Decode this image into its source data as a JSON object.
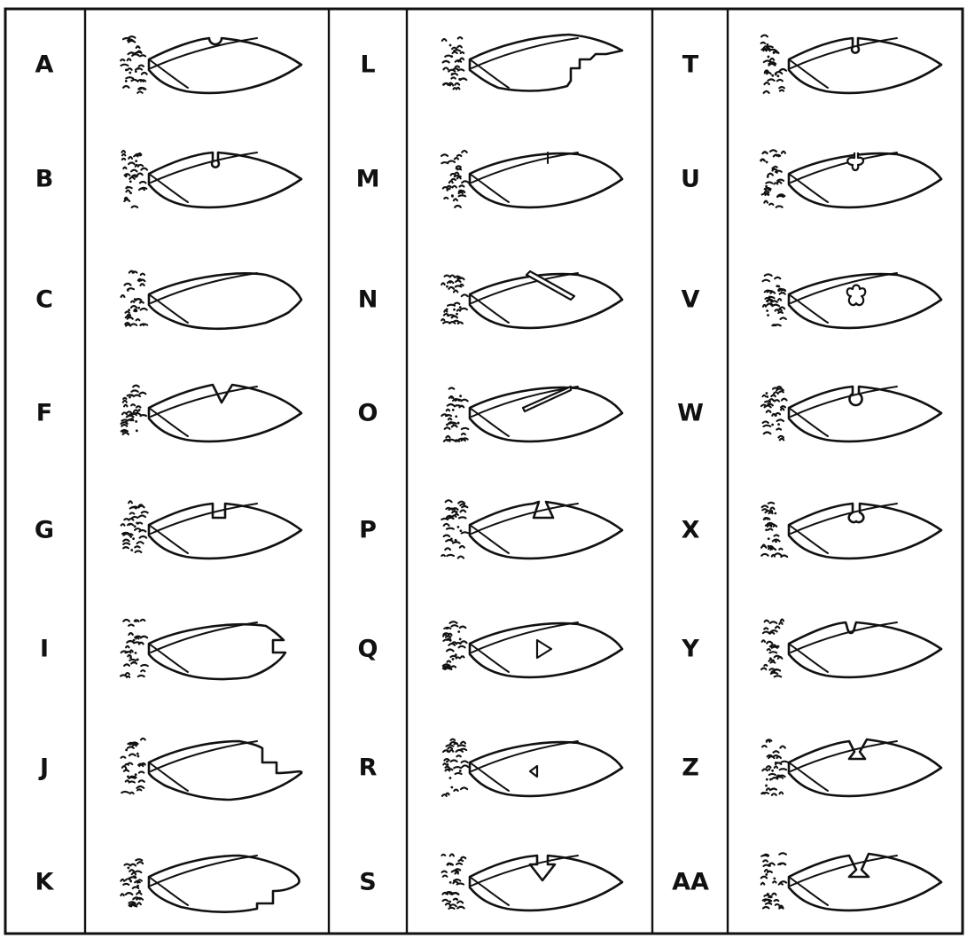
{
  "columns": [
    {
      "rows": [
        {
          "label": "A",
          "cut": "round-notch"
        },
        {
          "label": "B",
          "cut": "keyhole-slit"
        },
        {
          "label": "C",
          "cut": "tip-notch"
        },
        {
          "label": "F",
          "cut": "v-notch"
        },
        {
          "label": "G",
          "cut": "square-notch"
        },
        {
          "label": "I",
          "cut": "tip-square-notch"
        },
        {
          "label": "J",
          "cut": "step-down"
        },
        {
          "label": "K",
          "cut": "step-up"
        }
      ]
    },
    {
      "rows": [
        {
          "label": "L",
          "cut": "double-step"
        },
        {
          "label": "M",
          "cut": "short-slit"
        },
        {
          "label": "N",
          "cut": "diagonal-slit"
        },
        {
          "label": "O",
          "cut": "long-slit"
        },
        {
          "label": "P",
          "cut": "triangle-notch"
        },
        {
          "label": "Q",
          "cut": "triangle-right"
        },
        {
          "label": "R",
          "cut": "triangle-left"
        },
        {
          "label": "S",
          "cut": "arrow-notch"
        }
      ]
    },
    {
      "rows": [
        {
          "label": "T",
          "cut": "slit-hole"
        },
        {
          "label": "U",
          "cut": "slit-clover"
        },
        {
          "label": "V",
          "cut": "cross-hole"
        },
        {
          "label": "W",
          "cut": "slit-bulb"
        },
        {
          "label": "X",
          "cut": "slit-heart"
        },
        {
          "label": "Y",
          "cut": "small-notch"
        },
        {
          "label": "Z",
          "cut": "dovetail"
        },
        {
          "label": "AA",
          "cut": "wide-dovetail"
        }
      ]
    }
  ]
}
